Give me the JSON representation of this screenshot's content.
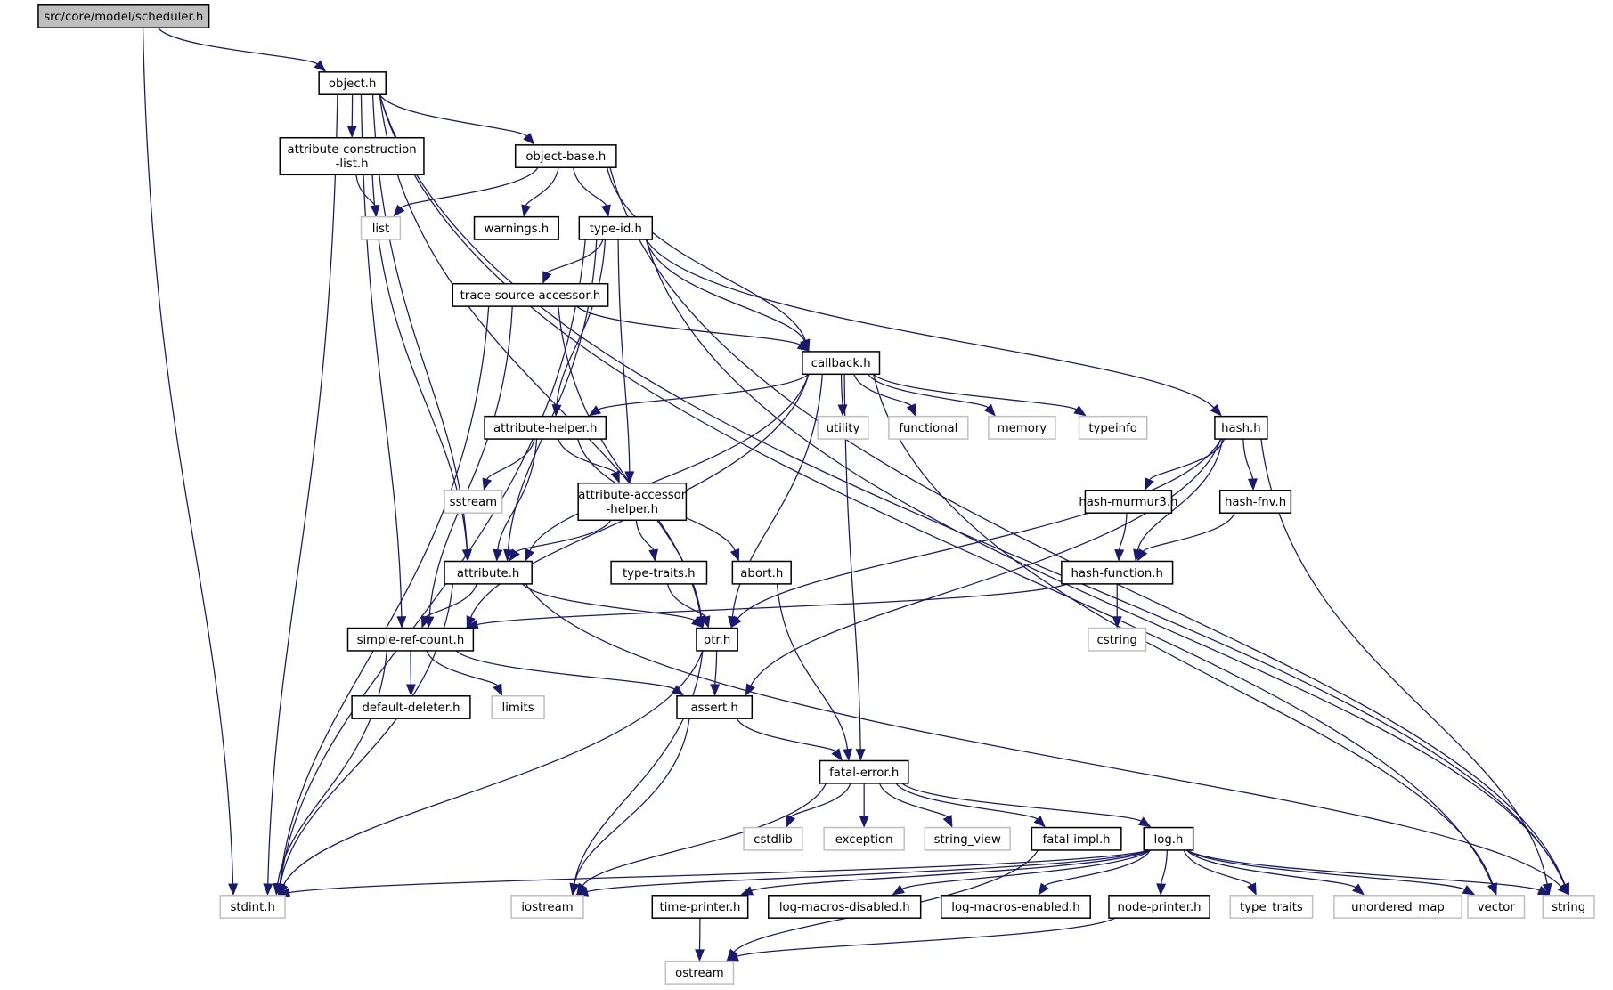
{
  "graph": {
    "title": "src/core/model/scheduler.h",
    "edge_color": "#191970",
    "local_border_color": "#000000",
    "external_border_color": "#bfbfbf",
    "root_fill_color": "#bfbfbf",
    "nodes": [
      {
        "id": "scheduler",
        "label": [
          "src/core/model/scheduler.h"
        ],
        "kind": "root"
      },
      {
        "id": "object",
        "label": [
          "object.h"
        ],
        "kind": "local"
      },
      {
        "id": "attrconst",
        "label": [
          "attribute-construction",
          "-list.h"
        ],
        "kind": "local"
      },
      {
        "id": "objectbase",
        "label": [
          "object-base.h"
        ],
        "kind": "local"
      },
      {
        "id": "list",
        "label": [
          "list"
        ],
        "kind": "external"
      },
      {
        "id": "warnings",
        "label": [
          "warnings.h"
        ],
        "kind": "local"
      },
      {
        "id": "typeid",
        "label": [
          "type-id.h"
        ],
        "kind": "local"
      },
      {
        "id": "tsa",
        "label": [
          "trace-source-accessor.h"
        ],
        "kind": "local"
      },
      {
        "id": "callback",
        "label": [
          "callback.h"
        ],
        "kind": "local"
      },
      {
        "id": "attrhelper",
        "label": [
          "attribute-helper.h"
        ],
        "kind": "local"
      },
      {
        "id": "utility",
        "label": [
          "utility"
        ],
        "kind": "external"
      },
      {
        "id": "functional",
        "label": [
          "functional"
        ],
        "kind": "external"
      },
      {
        "id": "memory",
        "label": [
          "memory"
        ],
        "kind": "external"
      },
      {
        "id": "typeinfo",
        "label": [
          "typeinfo"
        ],
        "kind": "external"
      },
      {
        "id": "hash",
        "label": [
          "hash.h"
        ],
        "kind": "local"
      },
      {
        "id": "sstream",
        "label": [
          "sstream"
        ],
        "kind": "external"
      },
      {
        "id": "attracc",
        "label": [
          "attribute-accessor",
          "-helper.h"
        ],
        "kind": "local"
      },
      {
        "id": "murmur",
        "label": [
          "hash-murmur3.h"
        ],
        "kind": "local"
      },
      {
        "id": "fnv",
        "label": [
          "hash-fnv.h"
        ],
        "kind": "local"
      },
      {
        "id": "attribute",
        "label": [
          "attribute.h"
        ],
        "kind": "local"
      },
      {
        "id": "typetraits",
        "label": [
          "type-traits.h"
        ],
        "kind": "local"
      },
      {
        "id": "abort",
        "label": [
          "abort.h"
        ],
        "kind": "local"
      },
      {
        "id": "hashfunc",
        "label": [
          "hash-function.h"
        ],
        "kind": "local"
      },
      {
        "id": "src",
        "label": [
          "simple-ref-count.h"
        ],
        "kind": "local"
      },
      {
        "id": "ptr",
        "label": [
          "ptr.h"
        ],
        "kind": "local"
      },
      {
        "id": "cstring",
        "label": [
          "cstring"
        ],
        "kind": "external"
      },
      {
        "id": "defdel",
        "label": [
          "default-deleter.h"
        ],
        "kind": "local"
      },
      {
        "id": "limits",
        "label": [
          "limits"
        ],
        "kind": "external"
      },
      {
        "id": "assert",
        "label": [
          "assert.h"
        ],
        "kind": "local"
      },
      {
        "id": "fatalerror",
        "label": [
          "fatal-error.h"
        ],
        "kind": "local"
      },
      {
        "id": "cstdlib",
        "label": [
          "cstdlib"
        ],
        "kind": "external"
      },
      {
        "id": "exception",
        "label": [
          "exception"
        ],
        "kind": "external"
      },
      {
        "id": "string_view",
        "label": [
          "string_view"
        ],
        "kind": "external"
      },
      {
        "id": "fatalimpl",
        "label": [
          "fatal-impl.h"
        ],
        "kind": "local"
      },
      {
        "id": "log",
        "label": [
          "log.h"
        ],
        "kind": "local"
      },
      {
        "id": "stdint",
        "label": [
          "stdint.h"
        ],
        "kind": "external"
      },
      {
        "id": "iostream",
        "label": [
          "iostream"
        ],
        "kind": "external"
      },
      {
        "id": "timeprinter",
        "label": [
          "time-printer.h"
        ],
        "kind": "local"
      },
      {
        "id": "lmd",
        "label": [
          "log-macros-disabled.h"
        ],
        "kind": "local"
      },
      {
        "id": "lme",
        "label": [
          "log-macros-enabled.h"
        ],
        "kind": "local"
      },
      {
        "id": "nodeprinter",
        "label": [
          "node-printer.h"
        ],
        "kind": "local"
      },
      {
        "id": "type_traits",
        "label": [
          "type_traits"
        ],
        "kind": "external"
      },
      {
        "id": "unordered_map",
        "label": [
          "unordered_map"
        ],
        "kind": "external"
      },
      {
        "id": "vector",
        "label": [
          "vector"
        ],
        "kind": "external"
      },
      {
        "id": "string",
        "label": [
          "string"
        ],
        "kind": "external"
      },
      {
        "id": "ostream",
        "label": [
          "ostream"
        ],
        "kind": "external"
      }
    ],
    "edges": [
      [
        "scheduler",
        "object"
      ],
      [
        "scheduler",
        "stdint"
      ],
      [
        "object",
        "attrconst"
      ],
      [
        "object",
        "objectbase"
      ],
      [
        "object",
        "attribute"
      ],
      [
        "object",
        "src"
      ],
      [
        "object",
        "stdint"
      ],
      [
        "object",
        "ptr"
      ],
      [
        "object",
        "vector"
      ],
      [
        "object",
        "string"
      ],
      [
        "attrconst",
        "list"
      ],
      [
        "attrconst",
        "attribute"
      ],
      [
        "objectbase",
        "list"
      ],
      [
        "objectbase",
        "warnings"
      ],
      [
        "objectbase",
        "typeid"
      ],
      [
        "objectbase",
        "callback"
      ],
      [
        "objectbase",
        "string"
      ],
      [
        "typeid",
        "tsa"
      ],
      [
        "typeid",
        "callback"
      ],
      [
        "typeid",
        "attrhelper"
      ],
      [
        "typeid",
        "attracc"
      ],
      [
        "typeid",
        "hash"
      ],
      [
        "typeid",
        "attribute"
      ],
      [
        "typeid",
        "stdint"
      ],
      [
        "typeid",
        "string"
      ],
      [
        "tsa",
        "callback"
      ],
      [
        "tsa",
        "src"
      ],
      [
        "tsa",
        "ptr"
      ],
      [
        "tsa",
        "stdint"
      ],
      [
        "callback",
        "attrhelper"
      ],
      [
        "callback",
        "utility"
      ],
      [
        "callback",
        "functional"
      ],
      [
        "callback",
        "memory"
      ],
      [
        "callback",
        "typeinfo"
      ],
      [
        "callback",
        "attribute"
      ],
      [
        "callback",
        "src"
      ],
      [
        "callback",
        "ptr"
      ],
      [
        "callback",
        "fatalerror"
      ],
      [
        "callback",
        "vector"
      ],
      [
        "attrhelper",
        "sstream"
      ],
      [
        "attrhelper",
        "attracc"
      ],
      [
        "attrhelper",
        "attribute"
      ],
      [
        "attrhelper",
        "abort"
      ],
      [
        "attracc",
        "attribute"
      ],
      [
        "attracc",
        "typetraits"
      ],
      [
        "hash",
        "murmur"
      ],
      [
        "hash",
        "fnv"
      ],
      [
        "hash",
        "hashfunc"
      ],
      [
        "hash",
        "ptr"
      ],
      [
        "hash",
        "assert"
      ],
      [
        "hash",
        "string"
      ],
      [
        "murmur",
        "hashfunc"
      ],
      [
        "fnv",
        "hashfunc"
      ],
      [
        "hashfunc",
        "cstring"
      ],
      [
        "hashfunc",
        "src"
      ],
      [
        "attribute",
        "src"
      ],
      [
        "attribute",
        "ptr"
      ],
      [
        "attribute",
        "stdint"
      ],
      [
        "attribute",
        "string"
      ],
      [
        "typetraits",
        "ptr"
      ],
      [
        "abort",
        "fatalerror"
      ],
      [
        "src",
        "defdel"
      ],
      [
        "src",
        "limits"
      ],
      [
        "src",
        "assert"
      ],
      [
        "src",
        "stdint"
      ],
      [
        "ptr",
        "assert"
      ],
      [
        "ptr",
        "iostream"
      ],
      [
        "ptr",
        "stdint"
      ],
      [
        "assert",
        "fatalerror"
      ],
      [
        "assert",
        "iostream"
      ],
      [
        "fatalerror",
        "cstdlib"
      ],
      [
        "fatalerror",
        "exception"
      ],
      [
        "fatalerror",
        "string_view"
      ],
      [
        "fatalerror",
        "fatalimpl"
      ],
      [
        "fatalerror",
        "log"
      ],
      [
        "fatalerror",
        "iostream"
      ],
      [
        "fatalimpl",
        "ostream"
      ],
      [
        "log",
        "stdint"
      ],
      [
        "log",
        "iostream"
      ],
      [
        "log",
        "timeprinter"
      ],
      [
        "log",
        "lmd"
      ],
      [
        "log",
        "lme"
      ],
      [
        "log",
        "nodeprinter"
      ],
      [
        "log",
        "type_traits"
      ],
      [
        "log",
        "unordered_map"
      ],
      [
        "log",
        "vector"
      ],
      [
        "log",
        "string"
      ],
      [
        "timeprinter",
        "ostream"
      ],
      [
        "nodeprinter",
        "ostream"
      ]
    ]
  }
}
